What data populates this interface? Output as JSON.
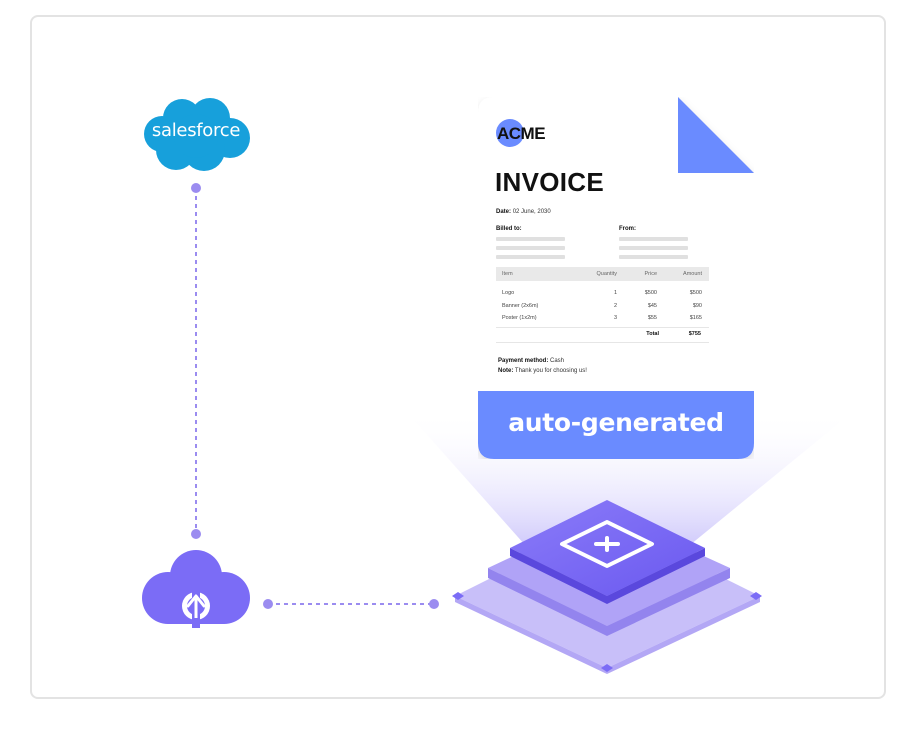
{
  "salesforce": {
    "label": "salesforce"
  },
  "icons": {
    "salesforce_logo": "salesforce-cloud-logo",
    "upload": "cloud-upload-icon",
    "layers": "stacked-layers-icon",
    "plus": "plus-icon"
  },
  "invoice": {
    "logo_text": "ACME",
    "title": "INVOICE",
    "date_label": "Date:",
    "date_value": "02 June, 2030",
    "billed_to_label": "Billed to:",
    "from_label": "From:",
    "table": {
      "headers": [
        "Item",
        "Quantity",
        "Price",
        "Amount"
      ],
      "rows": [
        [
          "Logo",
          "1",
          "$500",
          "$500"
        ],
        [
          "Banner (2x6m)",
          "2",
          "$45",
          "$90"
        ],
        [
          "Poster (1x2m)",
          "3",
          "$55",
          "$165"
        ]
      ],
      "total_label": "Total",
      "total_value": "$755"
    },
    "payment_label": "Payment method:",
    "payment_value": "Cash",
    "note_label": "Note:",
    "note_value": "Thank you for choosing us!",
    "banner": "auto-generated"
  },
  "colors": {
    "salesforce_blue": "#17a0db",
    "accent_purple": "#7b6cf6",
    "doc_blue": "#6a8bff",
    "link_purple": "#9b8cf0",
    "frame_border": "#e3e3e3"
  }
}
